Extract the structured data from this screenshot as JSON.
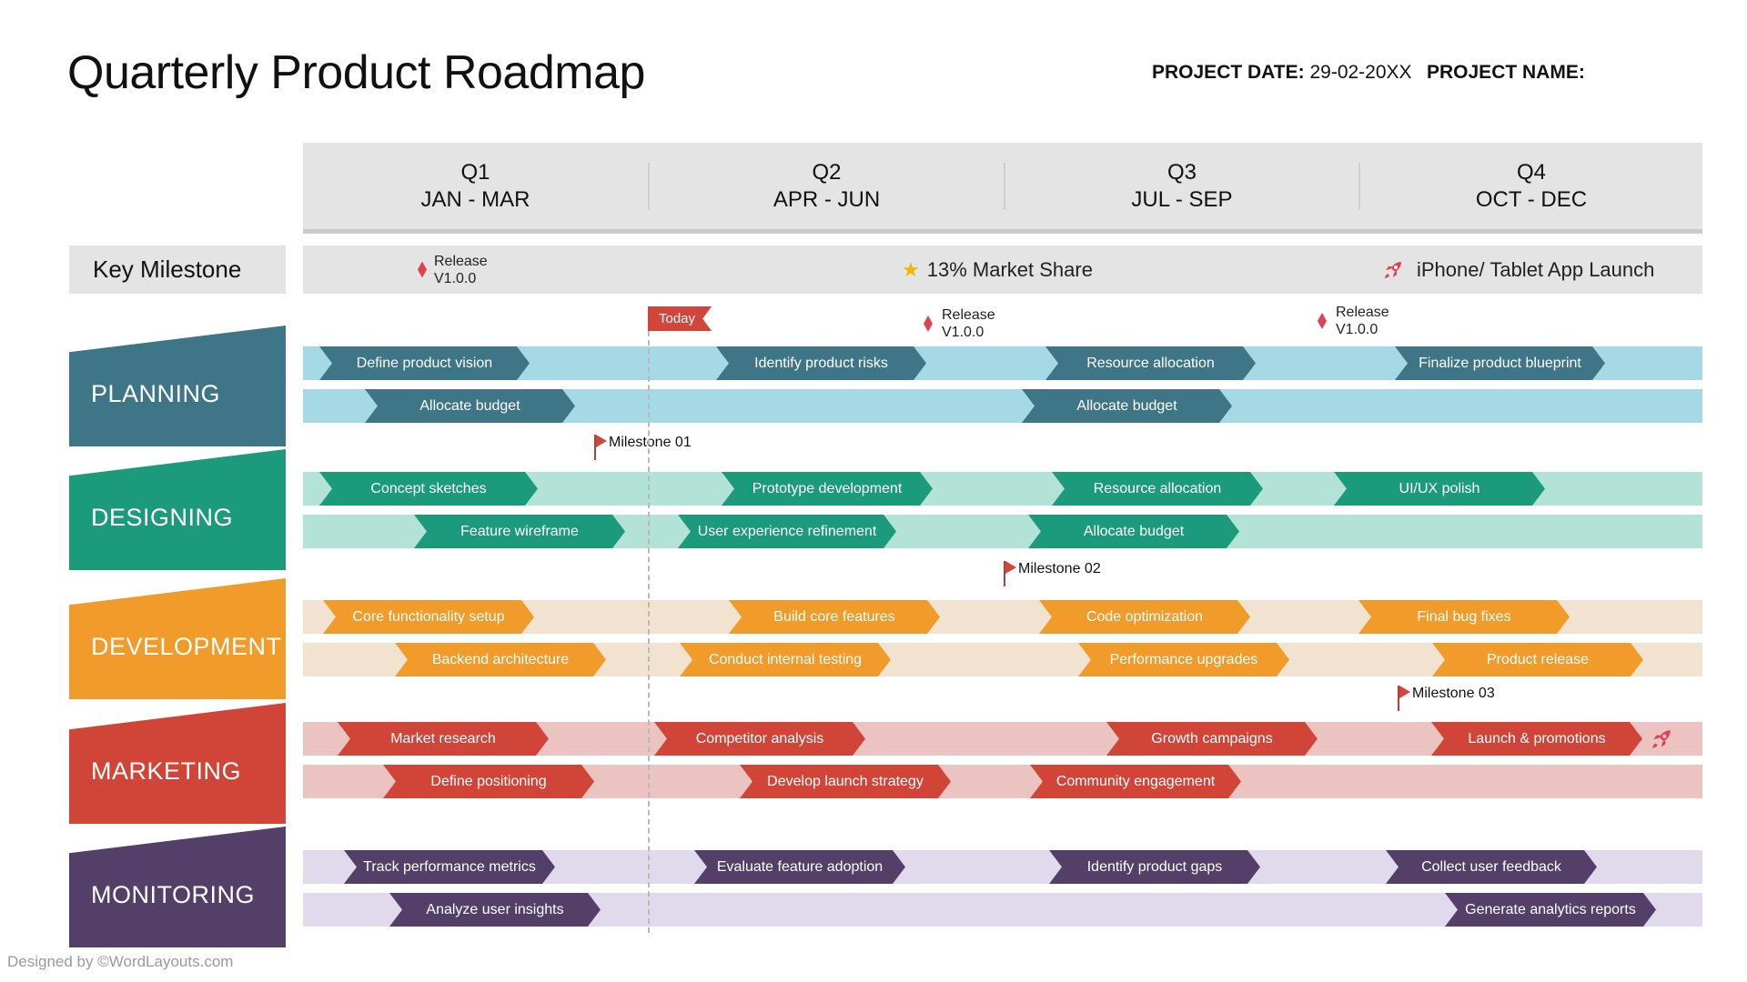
{
  "header": {
    "title": "Quarterly Product Roadmap",
    "project_date_label": "PROJECT DATE:",
    "project_date_value": "29-02-20XX",
    "project_name_label": "PROJECT NAME:"
  },
  "quarters": [
    {
      "q": "Q1",
      "months": "JAN - MAR"
    },
    {
      "q": "Q2",
      "months": "APR - JUN"
    },
    {
      "q": "Q3",
      "months": "JUL - SEP"
    },
    {
      "q": "Q4",
      "months": "OCT - DEC"
    }
  ],
  "key_milestones": {
    "label": "Key Milestone",
    "items": [
      {
        "icon": "diamond-icon",
        "line1": "Release",
        "line2": "V1.0.0"
      },
      {
        "icon": "star-icon",
        "text": "13% Market Share"
      },
      {
        "icon": "rocket-icon",
        "text": "iPhone/ Tablet App Launch"
      }
    ]
  },
  "today_label": "Today",
  "releases": [
    {
      "line1": "Release",
      "line2": "V1.0.0"
    },
    {
      "line1": "Release",
      "line2": "V1.0.0"
    }
  ],
  "milestones": [
    "Milestone 01",
    "Milestone 02",
    "Milestone 03"
  ],
  "categories": [
    {
      "name": "PLANNING",
      "color": "#3e7688",
      "light": "#a4d9e5",
      "lanes": [
        [
          "Define product vision",
          "Identify product risks",
          "Resource allocation",
          "Finalize product blueprint"
        ],
        [
          "Allocate budget",
          "Allocate budget"
        ]
      ]
    },
    {
      "name": "DESIGNING",
      "color": "#1b9a7c",
      "light": "#b3e2d6",
      "lanes": [
        [
          "Concept sketches",
          "Prototype development",
          "Resource allocation",
          "UI/UX polish"
        ],
        [
          "Feature wireframe",
          "User experience refinement",
          "Allocate budget"
        ]
      ]
    },
    {
      "name": "DEVELOPMENT",
      "color": "#f09b2a",
      "light": "#f2e2d0",
      "lanes": [
        [
          "Core functionality setup",
          "Build core features",
          "Code optimization",
          "Final bug fixes"
        ],
        [
          "Backend architecture",
          "Conduct internal testing",
          "Performance upgrades",
          "Product release"
        ]
      ]
    },
    {
      "name": "MARKETING",
      "color": "#d04537",
      "light": "#ebc3c1",
      "lanes": [
        [
          "Market research",
          "Competitor analysis",
          "Growth campaigns",
          "Launch & promotions"
        ],
        [
          "Define positioning",
          "Develop launch strategy",
          "Community engagement"
        ]
      ]
    },
    {
      "name": "MONITORING",
      "color": "#533f68",
      "light": "#e1daed",
      "lanes": [
        [
          "Track performance metrics",
          "Evaluate feature adoption",
          "Identify product gaps",
          "Collect user feedback"
        ],
        [
          "Analyze user insights",
          "Generate analytics reports"
        ]
      ]
    }
  ],
  "footer": "Designed by ©WordLayouts.com"
}
